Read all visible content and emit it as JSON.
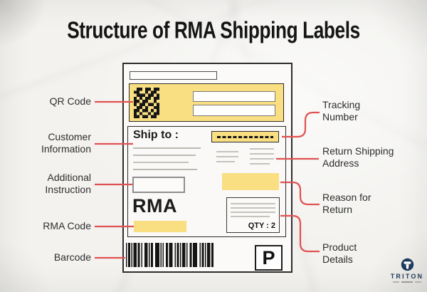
{
  "title": "Structure of RMA Shipping Labels",
  "callouts": {
    "left": [
      {
        "label": "QR Code"
      },
      {
        "label": "Customer Information"
      },
      {
        "label": "Additional Instruction"
      },
      {
        "label": "RMA Code"
      },
      {
        "label": "Barcode"
      }
    ],
    "right": [
      {
        "label": "Tracking Number"
      },
      {
        "label": "Return Shipping Address"
      },
      {
        "label": "Reason for Return"
      },
      {
        "label": "Product Details"
      }
    ]
  },
  "shipping_label": {
    "ship_to_heading": "Ship to :",
    "rma_text": "RMA",
    "qty_text": "QTY : 2",
    "parcel_letter": "P"
  },
  "logo": {
    "brand": "TRITON"
  },
  "colors": {
    "accent_yellow": "#F9DF82",
    "connector_red": "#E05252",
    "ink": "#1F1F1F",
    "logo_navy": "#1E3A5E"
  },
  "decorations": {
    "qr_matrix": [
      "0110110110",
      "1100101100",
      "0111011010",
      "1010110110",
      "1101100100",
      "1011011010",
      "0110100110",
      "1101101010",
      "1010010110",
      "1101101100"
    ],
    "barcode_pattern": [
      1,
      1,
      2,
      1,
      1,
      1,
      3,
      1,
      2,
      1,
      1,
      2,
      3,
      1,
      1,
      1,
      2,
      2,
      4,
      1,
      1,
      1,
      1,
      2,
      2,
      1,
      3,
      2,
      1,
      1,
      2,
      1,
      1,
      1,
      3,
      1,
      1,
      2,
      2,
      1,
      4,
      2,
      1,
      1,
      2,
      1,
      1,
      1,
      3,
      1,
      2
    ]
  }
}
